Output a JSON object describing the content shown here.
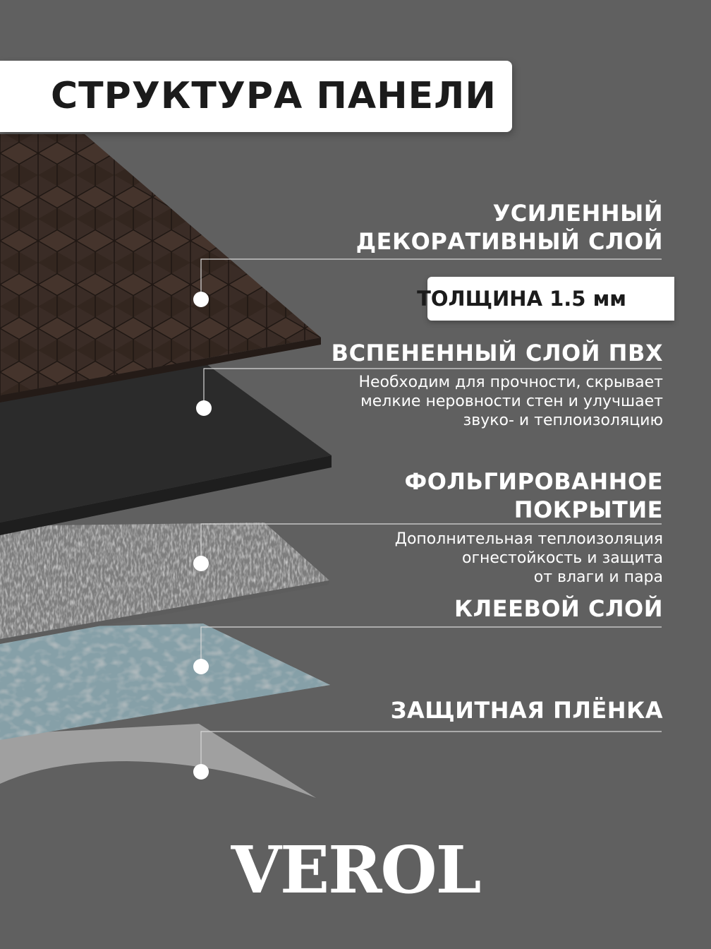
{
  "title": "СТРУКТУРА ПАНЕЛИ",
  "layers": [
    {
      "heading_line1": "УСИЛЕННЫЙ",
      "heading_line2": "ДЕКОРАТИВНЫЙ СЛОЙ"
    },
    {
      "heading": "ВСПЕНЕННЫЙ СЛОЙ ПВХ",
      "desc_line1": "Необходим для прочности, скрывает",
      "desc_line2": "мелкие неровности стен и улучшает",
      "desc_line3": "звуко- и теплоизоляцию"
    },
    {
      "heading_line1": "ФОЛЬГИРОВАННОЕ",
      "heading_line2": "ПОКРЫТИЕ",
      "desc_line1": "Дополнительная теплоизоляция",
      "desc_line2": "огнестойкость и защита",
      "desc_line3": "от влаги и пара"
    },
    {
      "heading": "КЛЕЕВОЙ СЛОЙ"
    },
    {
      "heading": "ЗАЩИТНАЯ ПЛЁНКА"
    }
  ],
  "thickness": "ТОЛЩИНА 1.5 мм",
  "brand": "VEROL",
  "colors": {
    "background": "#606060",
    "decor_layer": "#3a2c26",
    "pvc_layer": "#2b2b2b",
    "foil_layer": "#8a8a8a",
    "adhesive_layer": "#86a0a8",
    "film_layer": "#b5b5b5"
  }
}
